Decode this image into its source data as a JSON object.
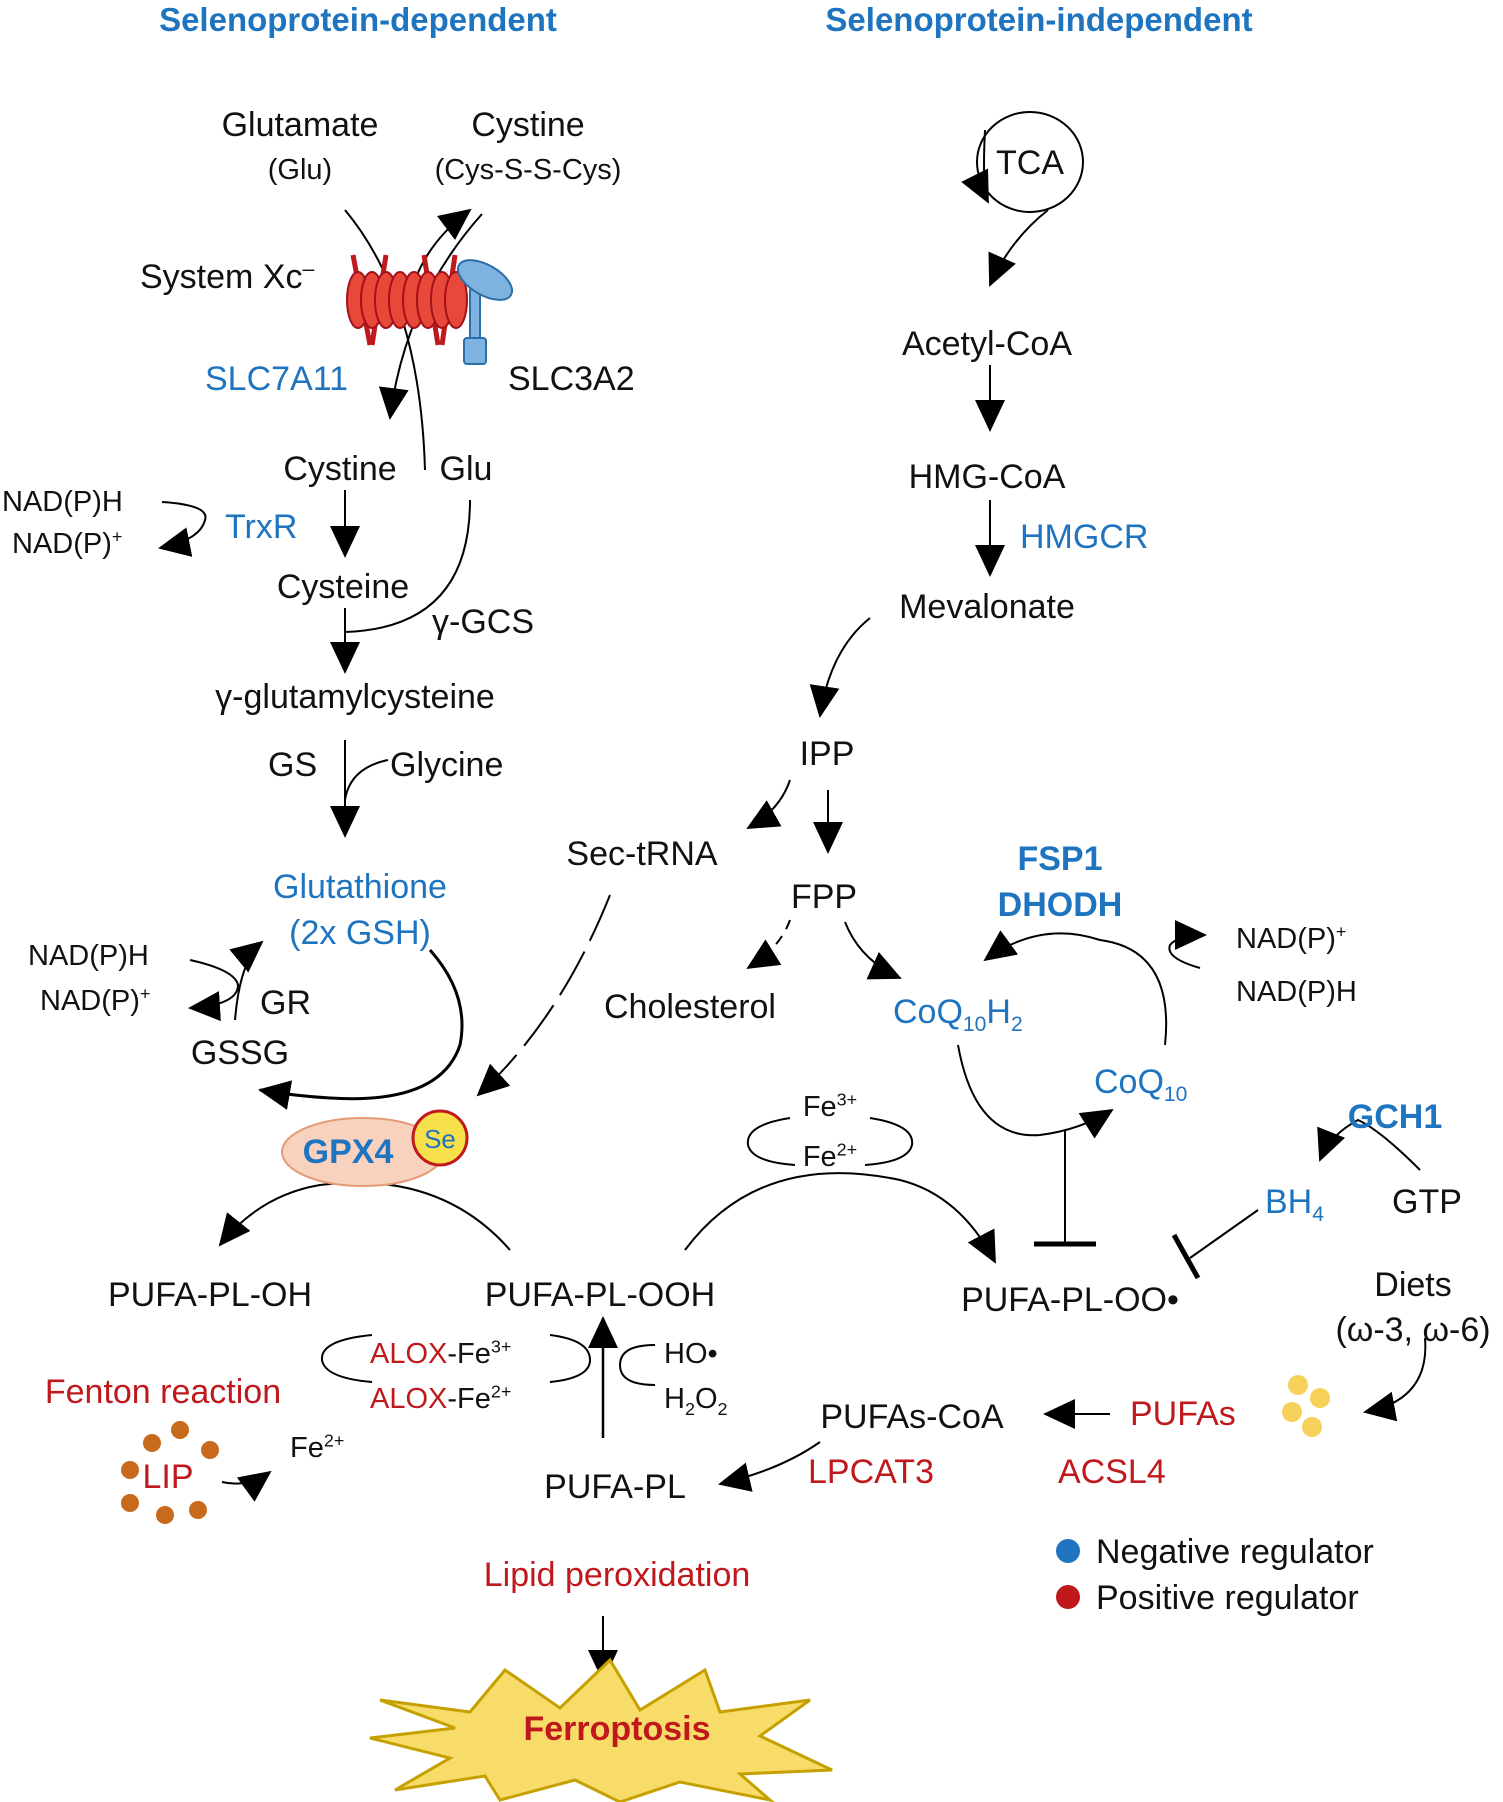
{
  "headers": {
    "left": "Selenoprotein-dependent",
    "right": "Selenoprotein-independent"
  },
  "left_pathway": {
    "glutamate": "Glutamate",
    "glu_abbr": "(Glu)",
    "cystine": "Cystine",
    "cystine_formula": "(Cys-S-S-Cys)",
    "system_xc": "System Xc",
    "system_xc_sup": "–",
    "slc7a11": "SLC7A11",
    "slc3a2": "SLC3A2",
    "cystine_in": "Cystine",
    "glu_in": "Glu",
    "nadph_1": "NAD(P)H",
    "nadp_1": "NAD(P)",
    "nadp_1_sup": "+",
    "trxr": "TrxR",
    "cysteine": "Cysteine",
    "gcs": "γ-GCS",
    "glutamylcysteine": "γ-glutamylcysteine",
    "gs": "GS",
    "glycine": "Glycine",
    "glutathione": "Glutathione",
    "gsh": "(2x GSH)",
    "nadph_2": "NAD(P)H",
    "nadp_2": "NAD(P)",
    "nadp_2_sup": "+",
    "gr": "GR",
    "gssg": "GSSG",
    "gpx4": "GPX4",
    "se": "Se"
  },
  "right_pathway": {
    "tca": "TCA",
    "acetyl_coa": "Acetyl-CoA",
    "hmg_coa": "HMG-CoA",
    "hmgcr": "HMGCR",
    "mevalonate": "Mevalonate",
    "ipp": "IPP",
    "sec_trna": "Sec-tRNA",
    "fpp": "FPP",
    "cholesterol": "Cholesterol",
    "fsp1": "FSP1",
    "dhodh": "DHODH",
    "nadp_3": "NAD(P)",
    "nadp_3_sup": "+",
    "nadph_3": "NAD(P)H",
    "coq10h2_a": "CoQ",
    "coq10h2_b": "10",
    "coq10h2_c": "H",
    "coq10h2_d": "2",
    "coq10_a": "CoQ",
    "coq10_b": "10",
    "fe3": "Fe",
    "fe3_sup": "3+",
    "fe2": "Fe",
    "fe2_sup": "2+",
    "gch1": "GCH1",
    "bh4": "BH",
    "bh4_sub": "4",
    "gtp": "GTP"
  },
  "lipid": {
    "pufa_pl_oh": "PUFA-PL-OH",
    "pufa_pl_ooh": "PUFA-PL-OOH",
    "pufa_pl_oo": "PUFA-PL-OO•",
    "diets": "Diets",
    "omega": "(ω-3, ω-6)",
    "fenton": "Fenton reaction",
    "alox": "ALOX",
    "alox_fe3": "-Fe",
    "alox_fe3_sup": "3+",
    "alox_fe2": "-Fe",
    "alox_fe2_sup": "2+",
    "ho": "HO•",
    "h2o2_a": "H",
    "h2o2_b": "2",
    "h2o2_c": "O",
    "h2o2_d": "2",
    "pufas_coa": "PUFAs-CoA",
    "pufas": "PUFAs",
    "acsl4": "ACSL4",
    "lpcat3": "LPCAT3",
    "lip": "LIP",
    "fe2_lip": "Fe",
    "fe2_lip_sup": "2+",
    "pufa_pl": "PUFA-PL",
    "lipid_peroxidation": "Lipid peroxidation",
    "ferroptosis": "Ferroptosis"
  },
  "legend": {
    "negative": "Negative regulator",
    "positive": "Positive regulator",
    "negative_color": "#1f74c0",
    "positive_color": "#c0191d"
  },
  "colors": {
    "negative": "#1f74c0",
    "positive": "#c0191d",
    "lip_dots": "#c86a1c",
    "pufa_dots": "#f7d25a",
    "gpx4_fill": "#f8d2bf",
    "transporter": "#e03a2a",
    "slc3a2": "#7eb3e0",
    "burst_fill": "#f8dc6a",
    "burst_stroke": "#c5a000"
  }
}
